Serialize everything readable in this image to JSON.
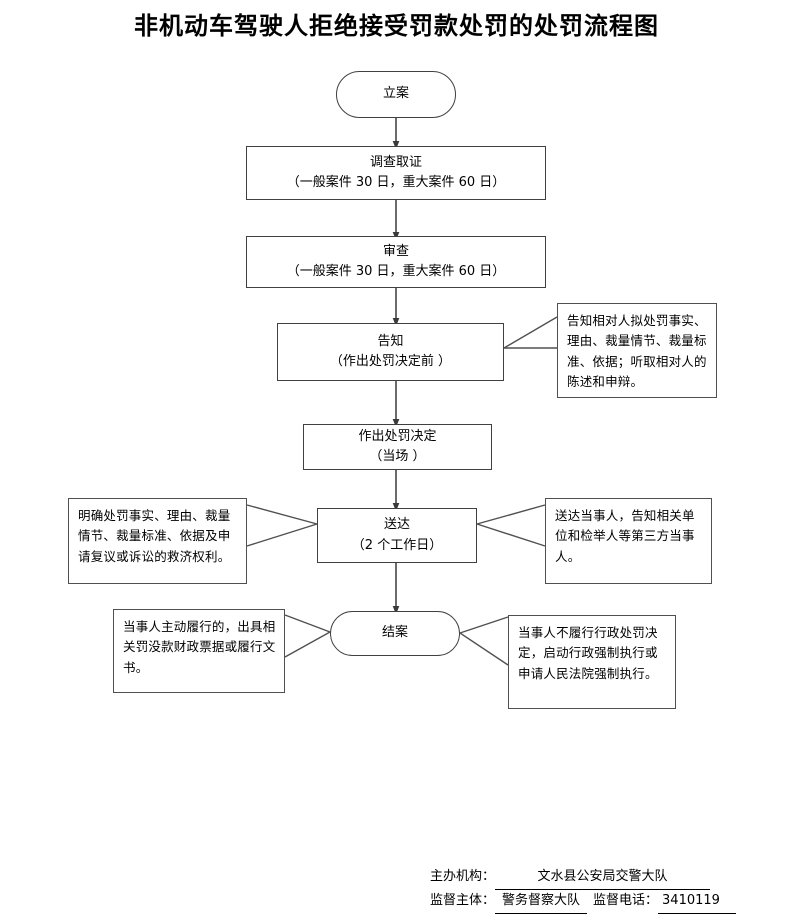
{
  "title": "非机动车驾驶人拒绝接受罚款处罚的处罚流程图",
  "nodes": {
    "start": {
      "label": "立案"
    },
    "investigate": {
      "line1": "调查取证",
      "line2": "（一般案件 30 日，重大案件 60 日）"
    },
    "review": {
      "line1": "审查",
      "line2": "（一般案件 30 日，重大案件 60 日）"
    },
    "notify": {
      "line1": "告知",
      "line2": "（作出处罚决定前 ）"
    },
    "decision": {
      "line1": "作出处罚决定",
      "line2": "（当场 ）"
    },
    "deliver": {
      "line1": "送达",
      "line2": "（2 个工作日）"
    },
    "close": {
      "label": "结案"
    }
  },
  "notes": {
    "notify_note": "告知相对人拟处罚事实、理由、裁量情节、裁量标准、依据；听取相对人的陈述和申辩。",
    "deliver_left_note": "明确处罚事实、理由、裁量情节、裁量标准、依据及申请复议或诉讼的救济权利。",
    "deliver_right_note": "送达当事人，告知相关单位和检举人等第三方当事人。",
    "close_left_note": "当事人主动履行的，出具相关罚没款财政票据或履行文书。",
    "close_right_note": "当事人不履行行政处罚决定，启动行政强制执行或申请人民法院强制执行。"
  },
  "footer": {
    "org_label": "主办机构：",
    "org_value": "文水县公安局交警大队",
    "supervisor_label": "监督主体：",
    "supervisor_value": "警务督察大队",
    "tel_label": "监督电话：",
    "tel_value": "3410119"
  },
  "colors": {
    "line": "#404040",
    "arrow": "#6b6b6b",
    "background": "#ffffff",
    "text": "#000000"
  }
}
